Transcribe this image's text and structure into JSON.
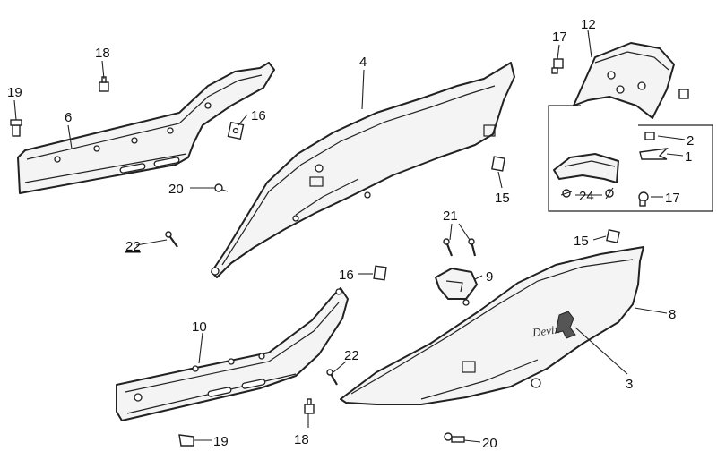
{
  "diagram": {
    "logo_text": "Devix",
    "callouts": [
      {
        "id": "c1",
        "label": "1"
      },
      {
        "id": "c2",
        "label": "2"
      },
      {
        "id": "c3",
        "label": "3"
      },
      {
        "id": "c4",
        "label": "4"
      },
      {
        "id": "c6",
        "label": "6"
      },
      {
        "id": "c8",
        "label": "8"
      },
      {
        "id": "c9",
        "label": "9"
      },
      {
        "id": "c10",
        "label": "10"
      },
      {
        "id": "c12",
        "label": "12"
      },
      {
        "id": "c15a",
        "label": "15"
      },
      {
        "id": "c15b",
        "label": "15"
      },
      {
        "id": "c16a",
        "label": "16"
      },
      {
        "id": "c16b",
        "label": "16"
      },
      {
        "id": "c17a",
        "label": "17"
      },
      {
        "id": "c17b",
        "label": "17"
      },
      {
        "id": "c18a",
        "label": "18"
      },
      {
        "id": "c18b",
        "label": "18"
      },
      {
        "id": "c19a",
        "label": "19"
      },
      {
        "id": "c19b",
        "label": "19"
      },
      {
        "id": "c20a",
        "label": "20"
      },
      {
        "id": "c20b",
        "label": "20"
      },
      {
        "id": "c21",
        "label": "21"
      },
      {
        "id": "c22a",
        "label": "22"
      },
      {
        "id": "c22b",
        "label": "22"
      },
      {
        "id": "c24",
        "label": "24"
      }
    ]
  }
}
